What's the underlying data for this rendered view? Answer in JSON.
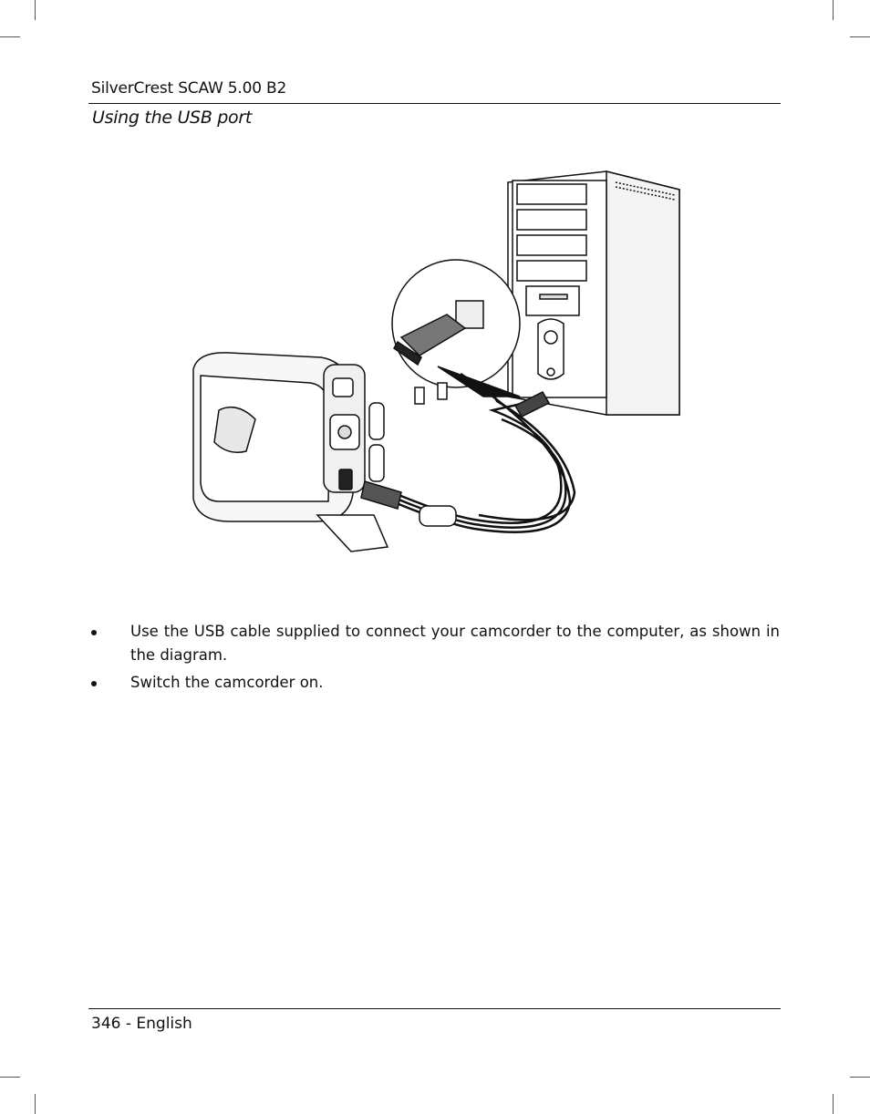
{
  "header": {
    "product": "SilverCrest SCAW 5.00 B2",
    "section_title": "Using the USB port"
  },
  "figure": {
    "subject": "camcorder-connected-to-computer-via-usb-cable"
  },
  "instructions": [
    "Use the USB cable supplied to connect your camcorder to the computer, as shown in the diagram.",
    "Switch the camcorder on."
  ],
  "footer": {
    "page_label": "346 - English"
  }
}
